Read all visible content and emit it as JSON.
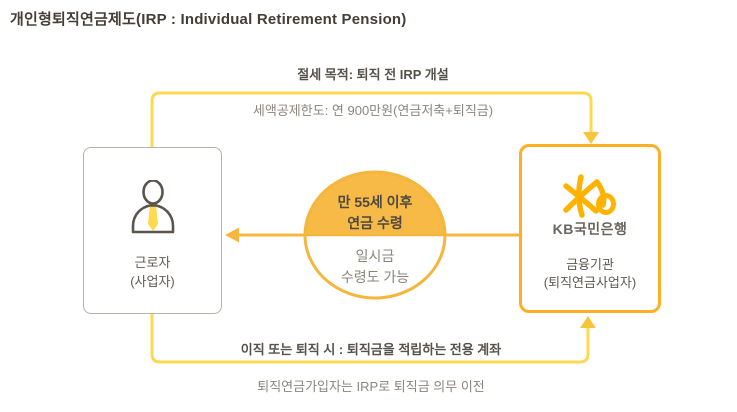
{
  "title": "개인형퇴직연금제도(IRP : Individual Retirement Pension)",
  "top_flow": {
    "label": "절세 목적: 퇴직 전 IRP 개설",
    "sublabel": "세액공제한도: 연 900만원(연금저축+퇴직금)"
  },
  "left_box": {
    "line1": "근로자",
    "line2": "(사업자)",
    "icon": "worker-person-icon"
  },
  "right_box": {
    "logo_text": "KB국민은행",
    "line1": "금융기관",
    "line2": "(퇴직연금사업자)",
    "icon": "kb-bank-logo-icon"
  },
  "center_badge": {
    "top_line1": "만 55세 이후",
    "top_line2": "연금 수령",
    "bottom_line1": "일시금",
    "bottom_line2": "수령도 가능"
  },
  "bottom_flow": {
    "label": "이직 또는 퇴직 시 : 퇴직금을 적립하는 전용 계좌",
    "sublabel": "퇴직연금가입자는 IRP로 퇴직금 의무 이전"
  },
  "colors": {
    "path_yellow": "#FFD851",
    "arrow_head": "#F8C43C",
    "middle_arrow": "#F5B740",
    "circle_fill": "#F7BA47",
    "circle_border": "#F5B63C",
    "right_box_border": "#FFAF24",
    "left_box_border": "#B6B1A9",
    "kb_logo": "#FFB300",
    "tie_yellow": "#FFD94E"
  }
}
